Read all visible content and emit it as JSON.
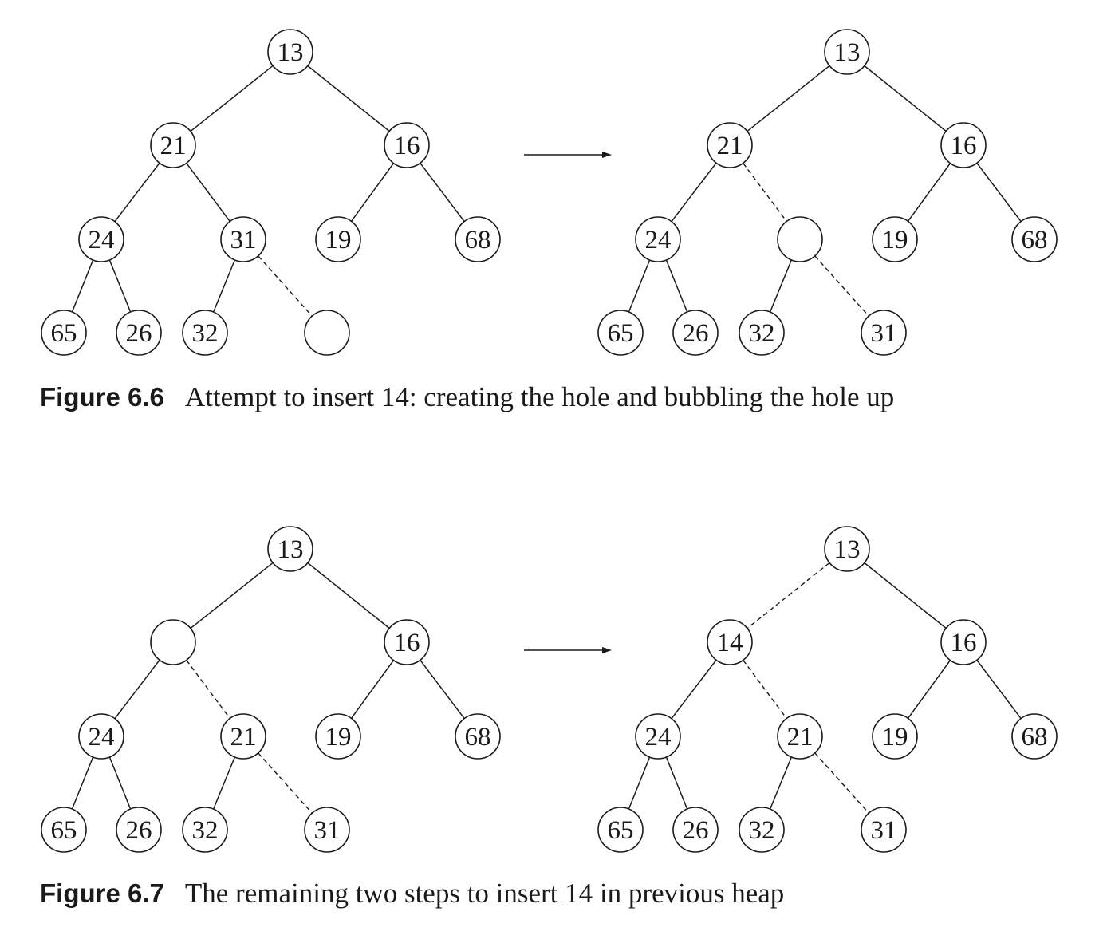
{
  "figures": [
    {
      "caption_number": "Figure 6.6",
      "caption_text": "Attempt to insert 14: creating the hole and bubbling the hole up",
      "panels": [
        {
          "nodes": [
            "13",
            "21",
            "16",
            "24",
            "31",
            "19",
            "68",
            "65",
            "26",
            "32",
            ""
          ],
          "dashed_edges": [
            [
              4,
              10
            ]
          ]
        },
        {
          "nodes": [
            "13",
            "21",
            "16",
            "24",
            "",
            "19",
            "68",
            "65",
            "26",
            "32",
            "31"
          ],
          "dashed_edges": [
            [
              1,
              4
            ],
            [
              4,
              10
            ]
          ]
        }
      ]
    },
    {
      "caption_number": "Figure 6.7",
      "caption_text": "The remaining two steps to insert 14 in previous heap",
      "panels": [
        {
          "nodes": [
            "13",
            "",
            "16",
            "24",
            "21",
            "19",
            "68",
            "65",
            "26",
            "32",
            "31"
          ],
          "dashed_edges": [
            [
              1,
              4
            ],
            [
              4,
              10
            ]
          ]
        },
        {
          "nodes": [
            "13",
            "14",
            "16",
            "24",
            "21",
            "19",
            "68",
            "65",
            "26",
            "32",
            "31"
          ],
          "dashed_edges": [
            [
              0,
              1
            ],
            [
              1,
              4
            ],
            [
              4,
              10
            ]
          ]
        }
      ]
    }
  ]
}
